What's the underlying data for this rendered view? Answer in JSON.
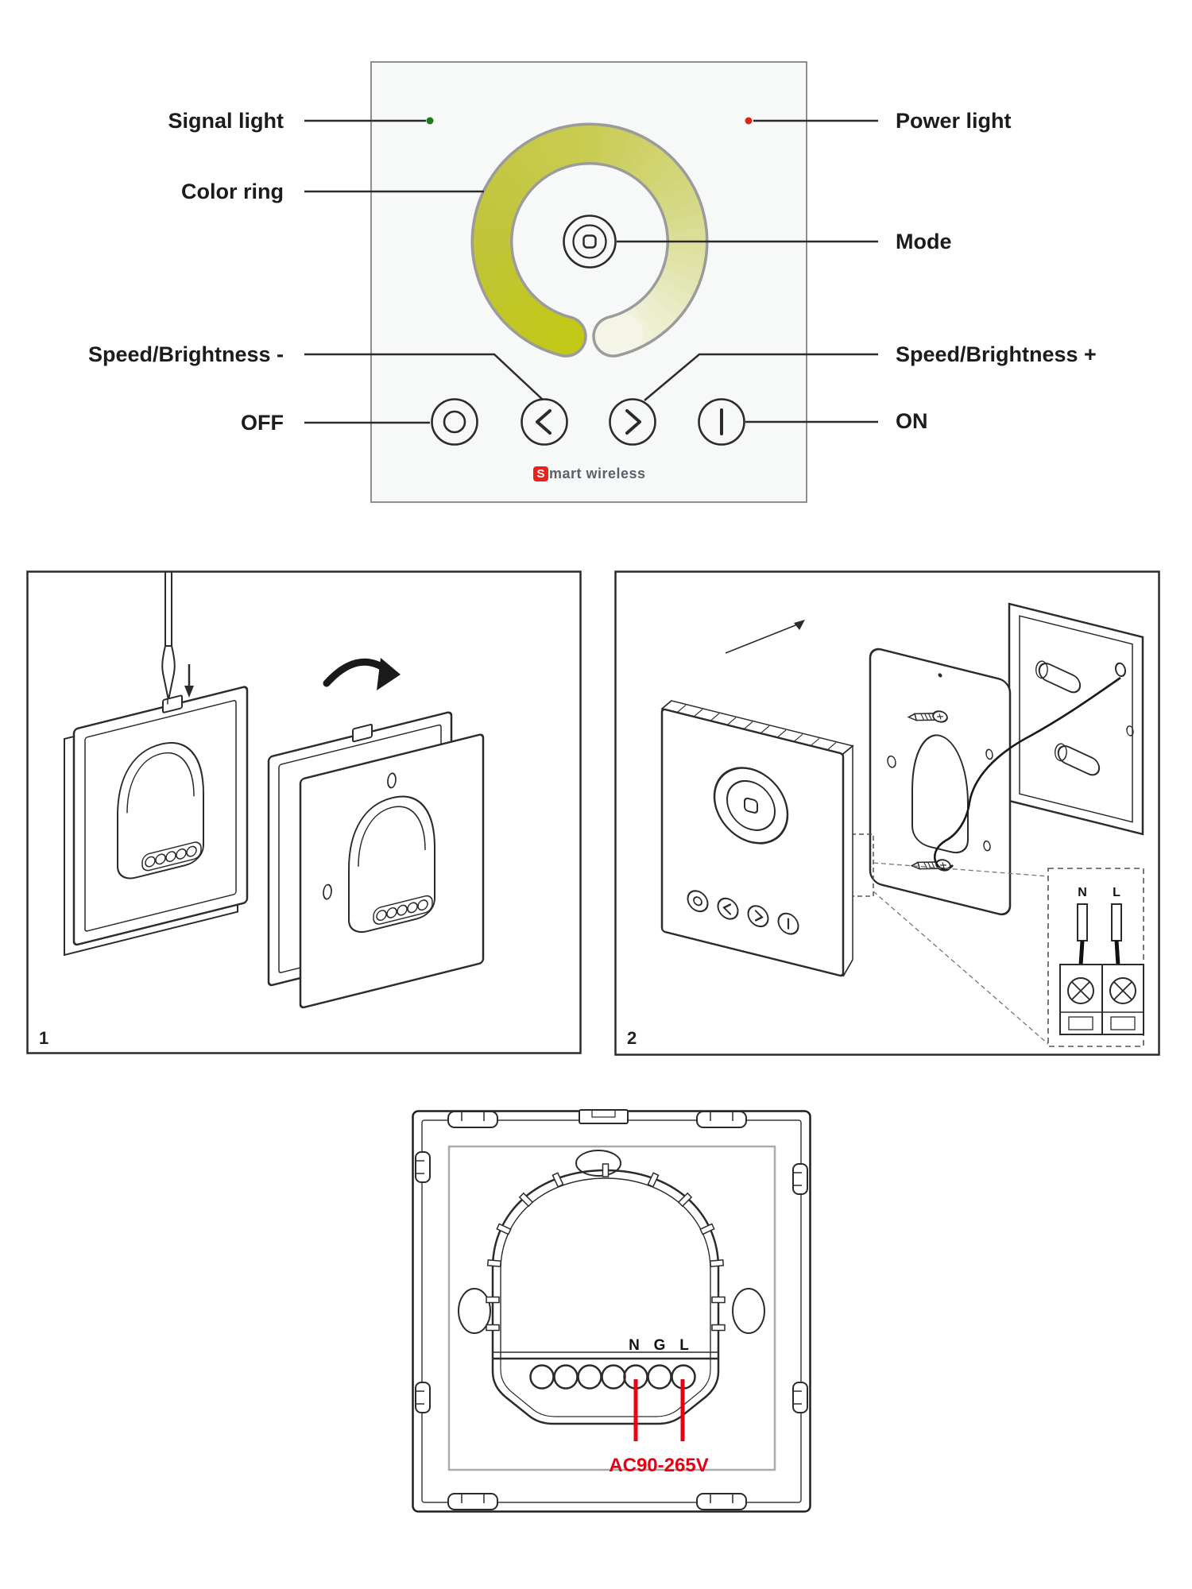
{
  "top_panel": {
    "left_labels": {
      "signal_light": "Signal light",
      "color_ring": "Color ring",
      "speed_minus": "Speed/Brightness -",
      "off": "OFF"
    },
    "right_labels": {
      "power_light": "Power light",
      "mode": "Mode",
      "speed_plus": "Speed/Brightness +",
      "on": "ON"
    },
    "logo": {
      "s": "S",
      "rest": "mart wireless",
      "s_bg": "#e8231d",
      "text_color": "#5f5f68"
    },
    "signal_dot_color": "#1e7a1e",
    "power_dot_color": "#e02415",
    "panel_bg": "#f6f9f8",
    "line_color": "#2b2b2b",
    "ring": {
      "outline": "#9b9b9b",
      "start_deg": 104,
      "end_deg": 436,
      "stops": [
        {
          "deg": 104,
          "color": "#c2c816"
        },
        {
          "deg": 180,
          "color": "#c1c438"
        },
        {
          "deg": 270,
          "color": "#c9cc52"
        },
        {
          "deg": 340,
          "color": "#d5d985"
        },
        {
          "deg": 400,
          "color": "#e9ecc6"
        },
        {
          "deg": 436,
          "color": "#f5f6ea"
        }
      ]
    }
  },
  "installation": {
    "step1_number": "1",
    "step2_number": "2",
    "inset": {
      "n_label": "N",
      "l_label": "L"
    }
  },
  "back_view": {
    "n_label": "N",
    "g_label": "G",
    "l_label": "L",
    "voltage_label": "AC90-265V",
    "accent_red": "#e60012"
  }
}
